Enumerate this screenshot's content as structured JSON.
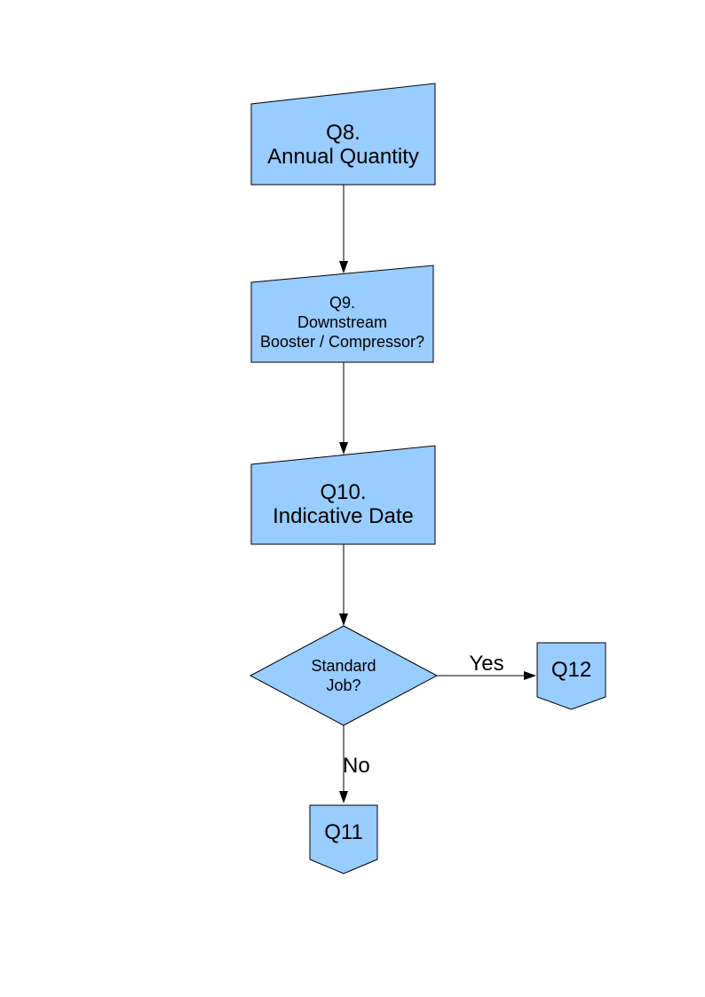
{
  "page": {
    "background": "#ffffff",
    "text_color": "#000000"
  },
  "diagram": {
    "type": "flowchart",
    "node_fill": "#99CCFF",
    "node_stroke": "#000000",
    "connector_color": "#000000",
    "nodes": [
      {
        "id": "q8",
        "shape": "manual-input",
        "lines": [
          "Q8.",
          "Annual Quantity"
        ]
      },
      {
        "id": "q9",
        "shape": "manual-input",
        "lines": [
          "Q9.",
          "Downstream",
          "Booster / Compressor?"
        ]
      },
      {
        "id": "q10",
        "shape": "manual-input",
        "lines": [
          "Q10.",
          "Indicative Date"
        ]
      },
      {
        "id": "standard-job",
        "shape": "decision",
        "lines": [
          "Standard",
          "Job?"
        ]
      },
      {
        "id": "q12",
        "shape": "off-page-connector",
        "lines": [
          "Q12"
        ]
      },
      {
        "id": "q11",
        "shape": "off-page-connector",
        "lines": [
          "Q11"
        ]
      }
    ],
    "edges": [
      {
        "from": "q8",
        "to": "q9",
        "label": ""
      },
      {
        "from": "q9",
        "to": "q10",
        "label": ""
      },
      {
        "from": "q10",
        "to": "standard-job",
        "label": ""
      },
      {
        "from": "standard-job",
        "to": "q12",
        "label": "Yes"
      },
      {
        "from": "standard-job",
        "to": "q11",
        "label": "No"
      }
    ]
  }
}
